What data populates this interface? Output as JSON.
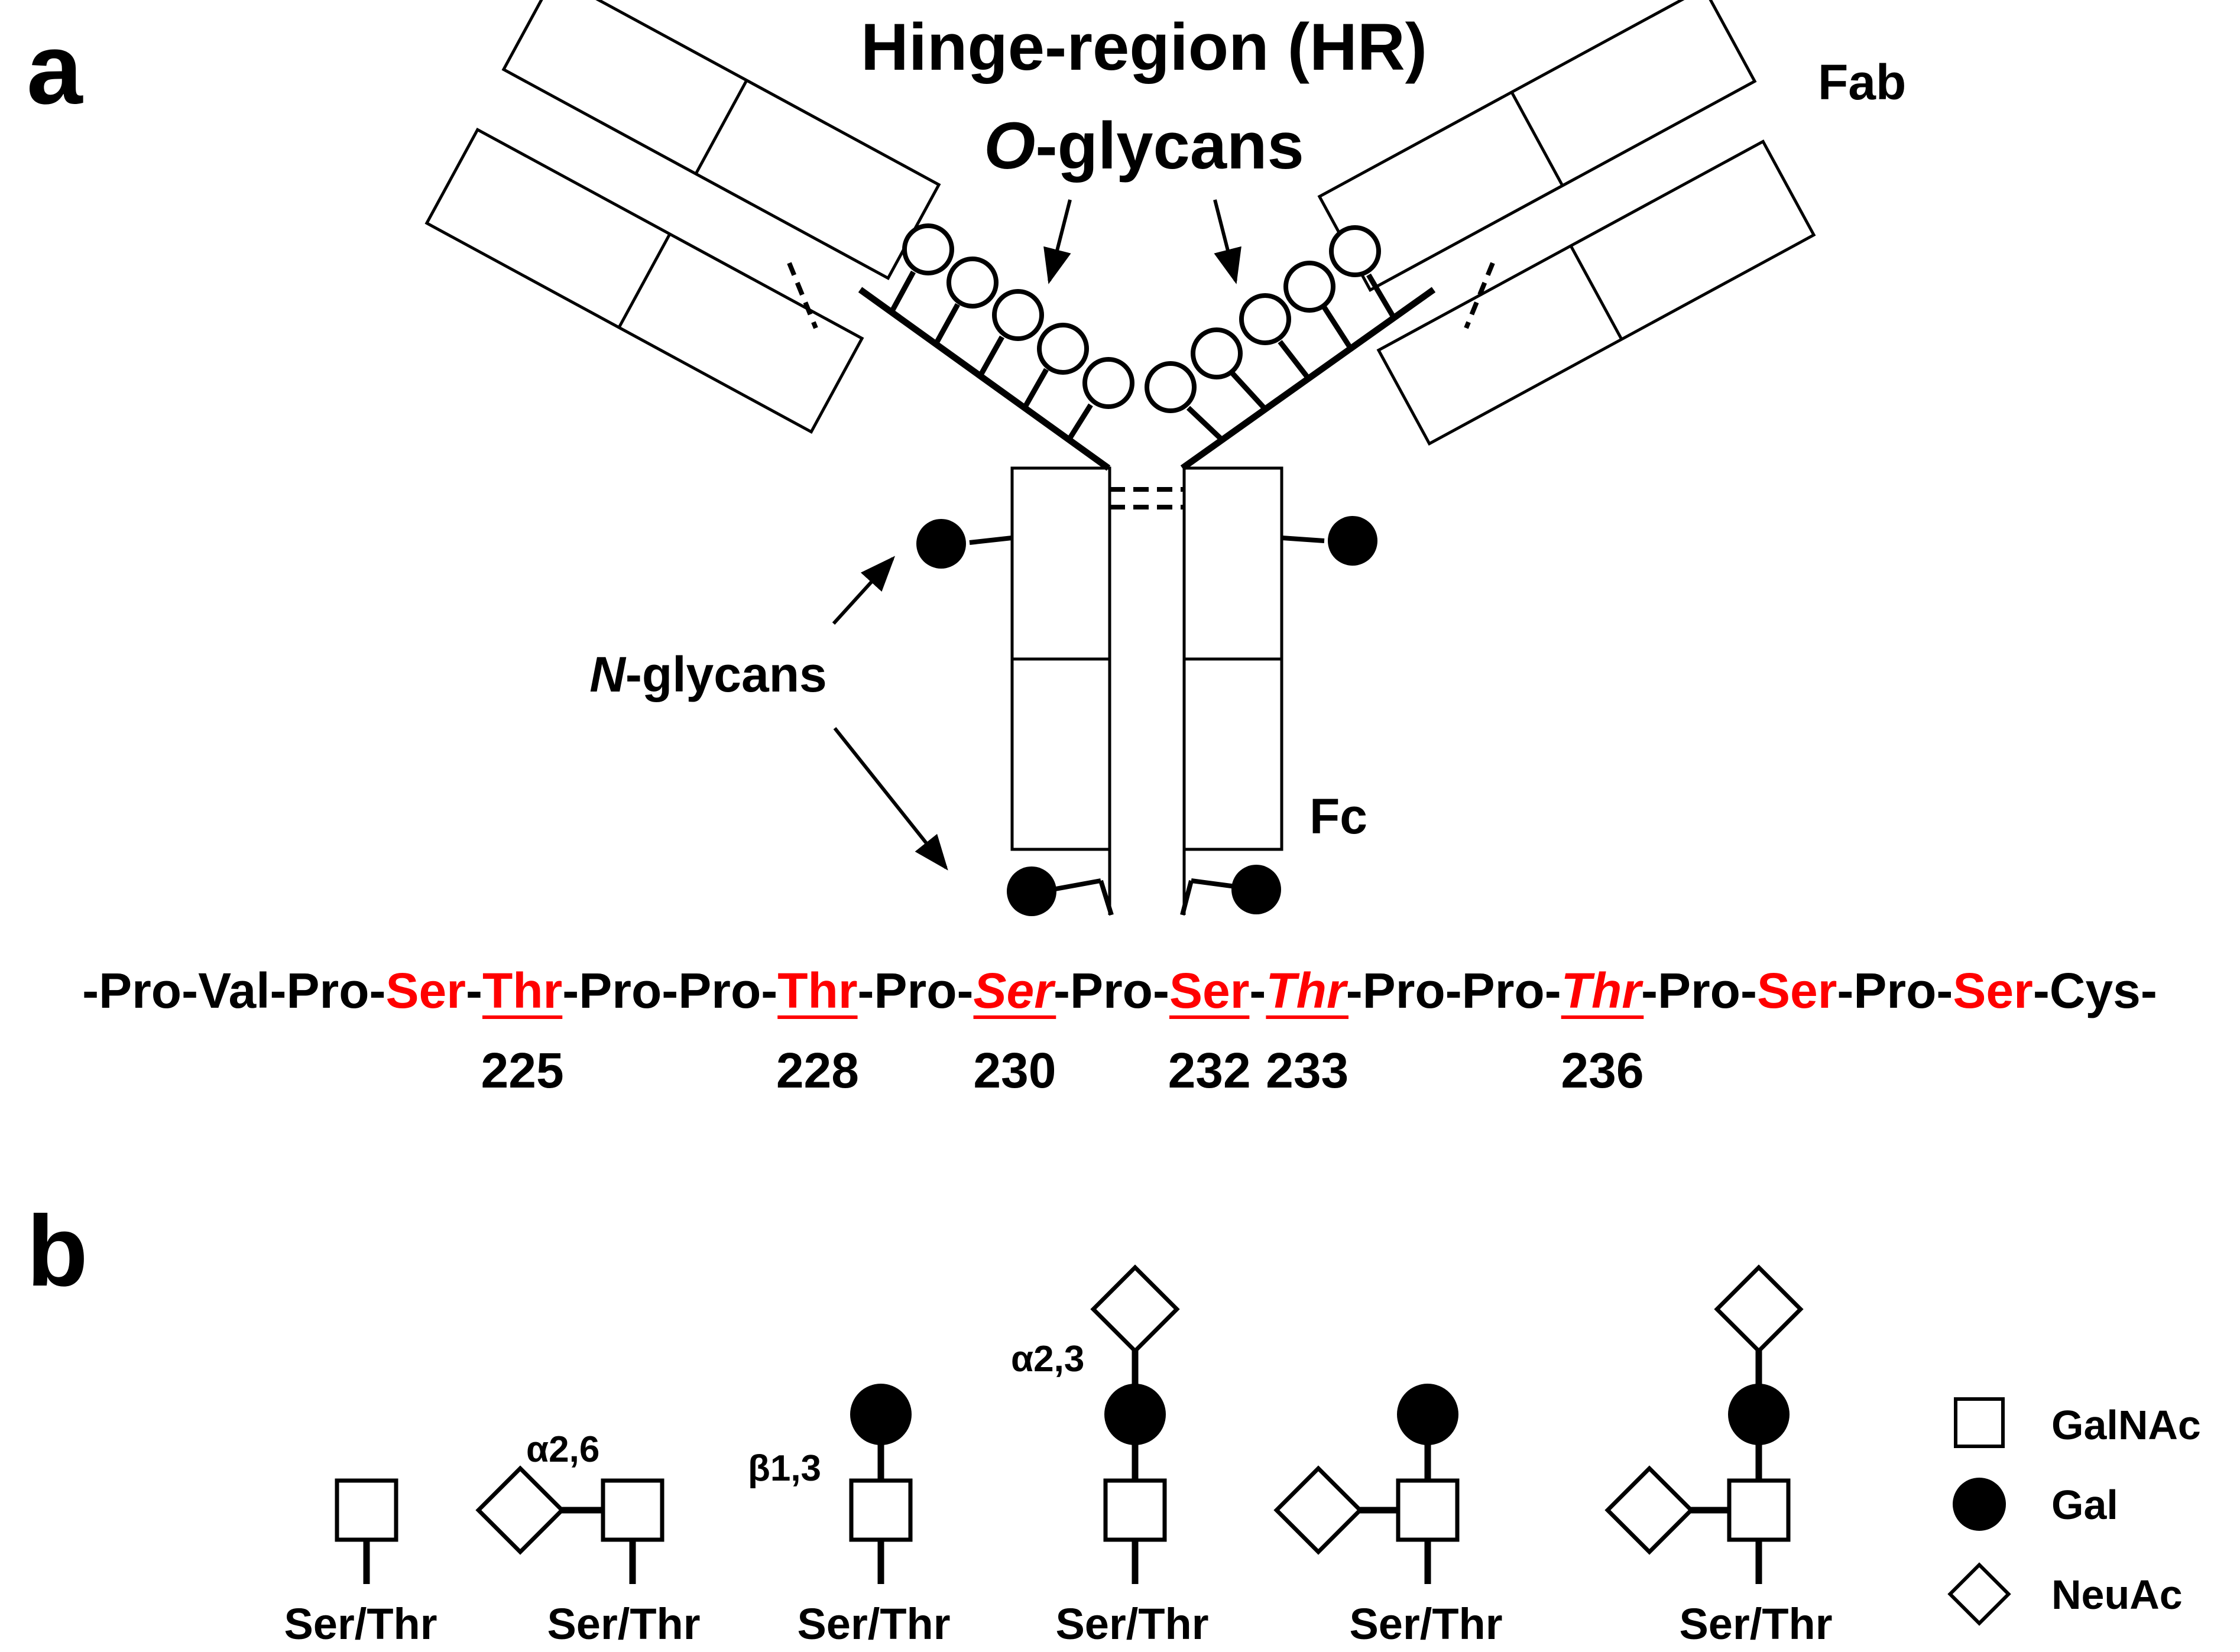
{
  "panel_a": {
    "panel_label": "a",
    "title_line1": "Hinge-region (HR)",
    "title_line2_italic": "O",
    "title_line2_rest": "-glycans",
    "fab_label": "Fab",
    "fc_label": "Fc",
    "n_glycans_italic": "N",
    "n_glycans_rest": "-glycans",
    "sequence": [
      {
        "text": "-Pro-Val-Pro-",
        "color": "#000000",
        "italic": false,
        "underline": false
      },
      {
        "text": "Ser",
        "color": "#ff0000",
        "italic": false,
        "underline": false
      },
      {
        "text": "-",
        "color": "#000000",
        "italic": false,
        "underline": false
      },
      {
        "text": "Thr",
        "color": "#ff0000",
        "italic": false,
        "underline": true
      },
      {
        "text": "-Pro-Pro-",
        "color": "#000000",
        "italic": false,
        "underline": false
      },
      {
        "text": "Thr",
        "color": "#ff0000",
        "italic": false,
        "underline": true
      },
      {
        "text": "-Pro-",
        "color": "#000000",
        "italic": false,
        "underline": false
      },
      {
        "text": "Ser",
        "color": "#ff0000",
        "italic": true,
        "underline": true
      },
      {
        "text": "-Pro-",
        "color": "#000000",
        "italic": false,
        "underline": false
      },
      {
        "text": "Ser",
        "color": "#ff0000",
        "italic": false,
        "underline": true
      },
      {
        "text": "-",
        "color": "#000000",
        "italic": false,
        "underline": false
      },
      {
        "text": "Thr",
        "color": "#ff0000",
        "italic": true,
        "underline": true
      },
      {
        "text": "-Pro-Pro-",
        "color": "#000000",
        "italic": false,
        "underline": false
      },
      {
        "text": "Thr",
        "color": "#ff0000",
        "italic": true,
        "underline": true
      },
      {
        "text": "-Pro-",
        "color": "#000000",
        "italic": false,
        "underline": false
      },
      {
        "text": "Ser",
        "color": "#ff0000",
        "italic": false,
        "underline": false
      },
      {
        "text": "-Pro-",
        "color": "#000000",
        "italic": false,
        "underline": false
      },
      {
        "text": "Ser",
        "color": "#ff0000",
        "italic": false,
        "underline": false
      },
      {
        "text": "-Cys-",
        "color": "#000000",
        "italic": false,
        "underline": false
      }
    ],
    "positions": [
      "225",
      "228",
      "230",
      "232",
      "233",
      "236"
    ]
  },
  "panel_b": {
    "panel_label": "b",
    "structures": [
      {
        "site": "Ser/Thr",
        "linkage_labels": []
      },
      {
        "site": "Ser/Thr",
        "linkage_labels": [
          "α2,6"
        ]
      },
      {
        "site": "Ser/Thr",
        "linkage_labels": [
          "β1,3"
        ]
      },
      {
        "site": "Ser/Thr",
        "linkage_labels": [
          "α2,3"
        ]
      },
      {
        "site": "Ser/Thr",
        "linkage_labels": []
      },
      {
        "site": "Ser/Thr",
        "linkage_labels": []
      }
    ],
    "legend": [
      {
        "symbol": "square-icon",
        "label": "GalNAc"
      },
      {
        "symbol": "filled-circle-icon",
        "label": "Gal"
      },
      {
        "symbol": "diamond-icon",
        "label": "NeuAc"
      }
    ]
  },
  "colors": {
    "highlight": "#ff0000",
    "ink": "#000000"
  }
}
